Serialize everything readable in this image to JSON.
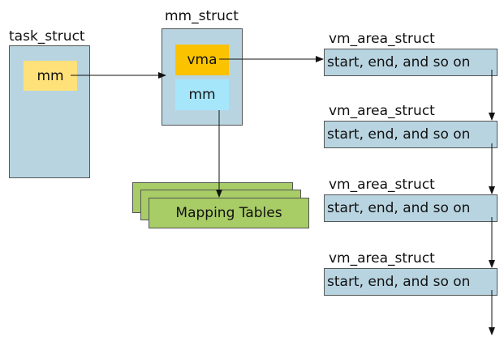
{
  "colors": {
    "struct_fill": "#b8d4e1",
    "mm_field_fill": "#ffe17a",
    "vma_field_fill": "#fbc200",
    "mm_inner_fill": "#a6e6fb",
    "mapping_fill": "#a8cc66",
    "line": "#111111"
  },
  "task_struct": {
    "title": "task_struct",
    "field": "mm"
  },
  "mm_struct": {
    "title": "mm_struct",
    "vma_field": "vma",
    "mm_field": "mm"
  },
  "mapping_tables": {
    "label": "Mapping Tables"
  },
  "vm_areas": [
    {
      "title": "vm_area_struct",
      "content": "start, end, and so on"
    },
    {
      "title": "vm_area_struct",
      "content": "start, end, and so on"
    },
    {
      "title": "vm_area_struct",
      "content": "start, end, and so on"
    },
    {
      "title": "vm_area_struct",
      "content": "start, end, and so on"
    }
  ]
}
